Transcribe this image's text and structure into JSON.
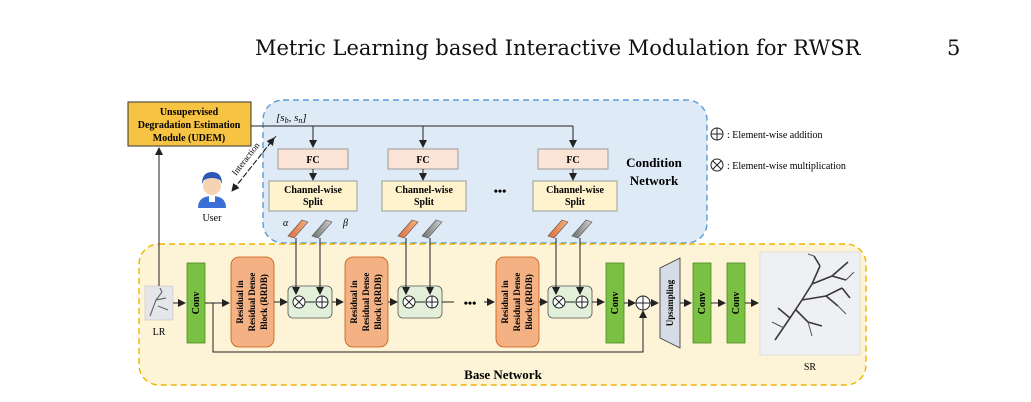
{
  "header": {
    "running_title": "Metric Learning based Interactive Modulation for RWSR",
    "page_number": "5"
  },
  "figure": {
    "udem_line1": "Unsupervised",
    "udem_line2": "Degradation Estimation",
    "udem_line3": "Module (UDEM)",
    "interaction_label": "Interaction",
    "user_label": "User",
    "strength_vector": "[s_b, s_n]",
    "fc_label": "FC",
    "split_line1": "Channel-wise",
    "split_line2": "Split",
    "alpha": "α",
    "beta": "β",
    "ellipsis": "•••",
    "condition_line1": "Condition",
    "condition_line2": "Network",
    "legend_add": ": Element-wise addition",
    "legend_mul": ": Element-wise multiplication",
    "lr_label": "LR",
    "sr_label": "SR",
    "conv_label": "Conv",
    "rrdb_line1": "Residual in",
    "rrdb_line2": "Residual Dense",
    "rrdb_line3": "Block (RRDB)",
    "upsampling_label": "Upsampling",
    "base_network_label": "Base Network"
  },
  "colors": {
    "condition_bg": "#deebf7",
    "condition_border": "#5b9bd5",
    "base_bg": "#fdf3d6",
    "base_border": "#f0b400",
    "udem_fill": "#f6c342",
    "fc_fill": "#fbe4d5",
    "split_fill": "#fef3cd",
    "conv_fill": "#7ac143",
    "rrdb_fill": "#f4b183",
    "modulation_fill": "#e2f0d9",
    "upsampling_fill": "#d6dce5"
  }
}
